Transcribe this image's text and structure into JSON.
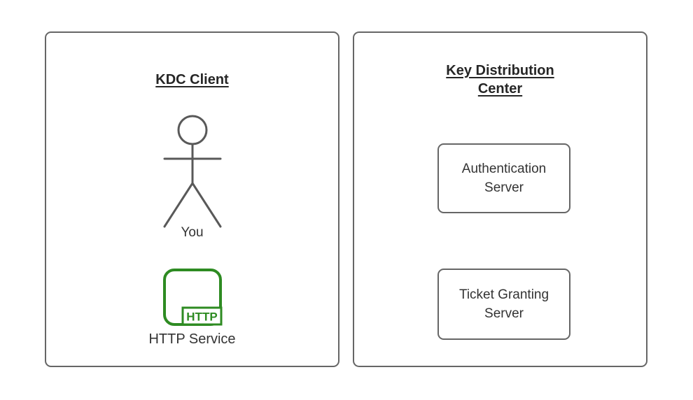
{
  "colors": {
    "background": "#ffffff",
    "panel_border": "#666666",
    "actor_stroke": "#595959",
    "label_text": "#333333",
    "title_text": "#262626",
    "service_green": "#2E8B22"
  },
  "client_panel": {
    "title": "KDC Client",
    "actor_label": "You",
    "service_badge": "HTTP",
    "service_label": "HTTP Service"
  },
  "kdc_panel": {
    "title": "Key Distribution Center",
    "servers": [
      {
        "label": "Authentication Server"
      },
      {
        "label": "Ticket Granting Server"
      }
    ]
  }
}
